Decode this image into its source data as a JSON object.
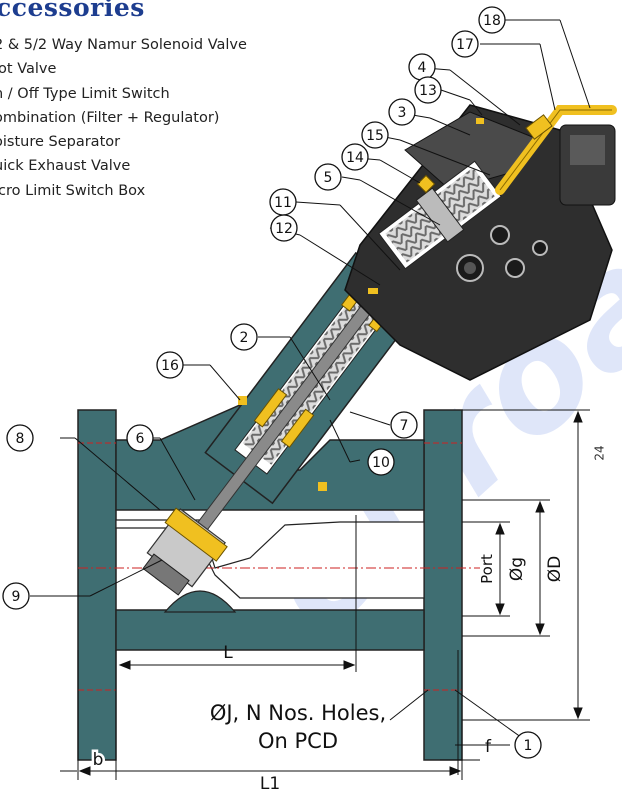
{
  "heading": "ccessories",
  "accessories": [
    "2 & 5/2 Way Namur Solenoid Valve",
    "lot Valve",
    "n / Off Type Limit Switch",
    "ombination (Filter + Regulator)",
    "oisture Separator",
    "uick Exhaust Valve",
    "icro Limit Switch Box"
  ],
  "page_number": "24",
  "callouts": [
    "1",
    "2",
    "3",
    "4",
    "5",
    "6",
    "7",
    "8",
    "9",
    "10",
    "11",
    "12",
    "13",
    "14",
    "15",
    "16",
    "17",
    "18"
  ],
  "dimensions": {
    "length": "L",
    "overall_length": "L1",
    "flange_thickness": "b",
    "raised_face": "f",
    "port": "Port",
    "raised_face_dia": "Øg",
    "flange_dia": "ØD",
    "holes_line1": "ØJ, N Nos. Holes,",
    "holes_line2": "On PCD"
  },
  "colors": {
    "heading": "#1d3d8f",
    "body": "#3f6e72",
    "actuator": "#2e2e2e",
    "brass": "#f0c020",
    "watermark": "#1f4fd6"
  }
}
